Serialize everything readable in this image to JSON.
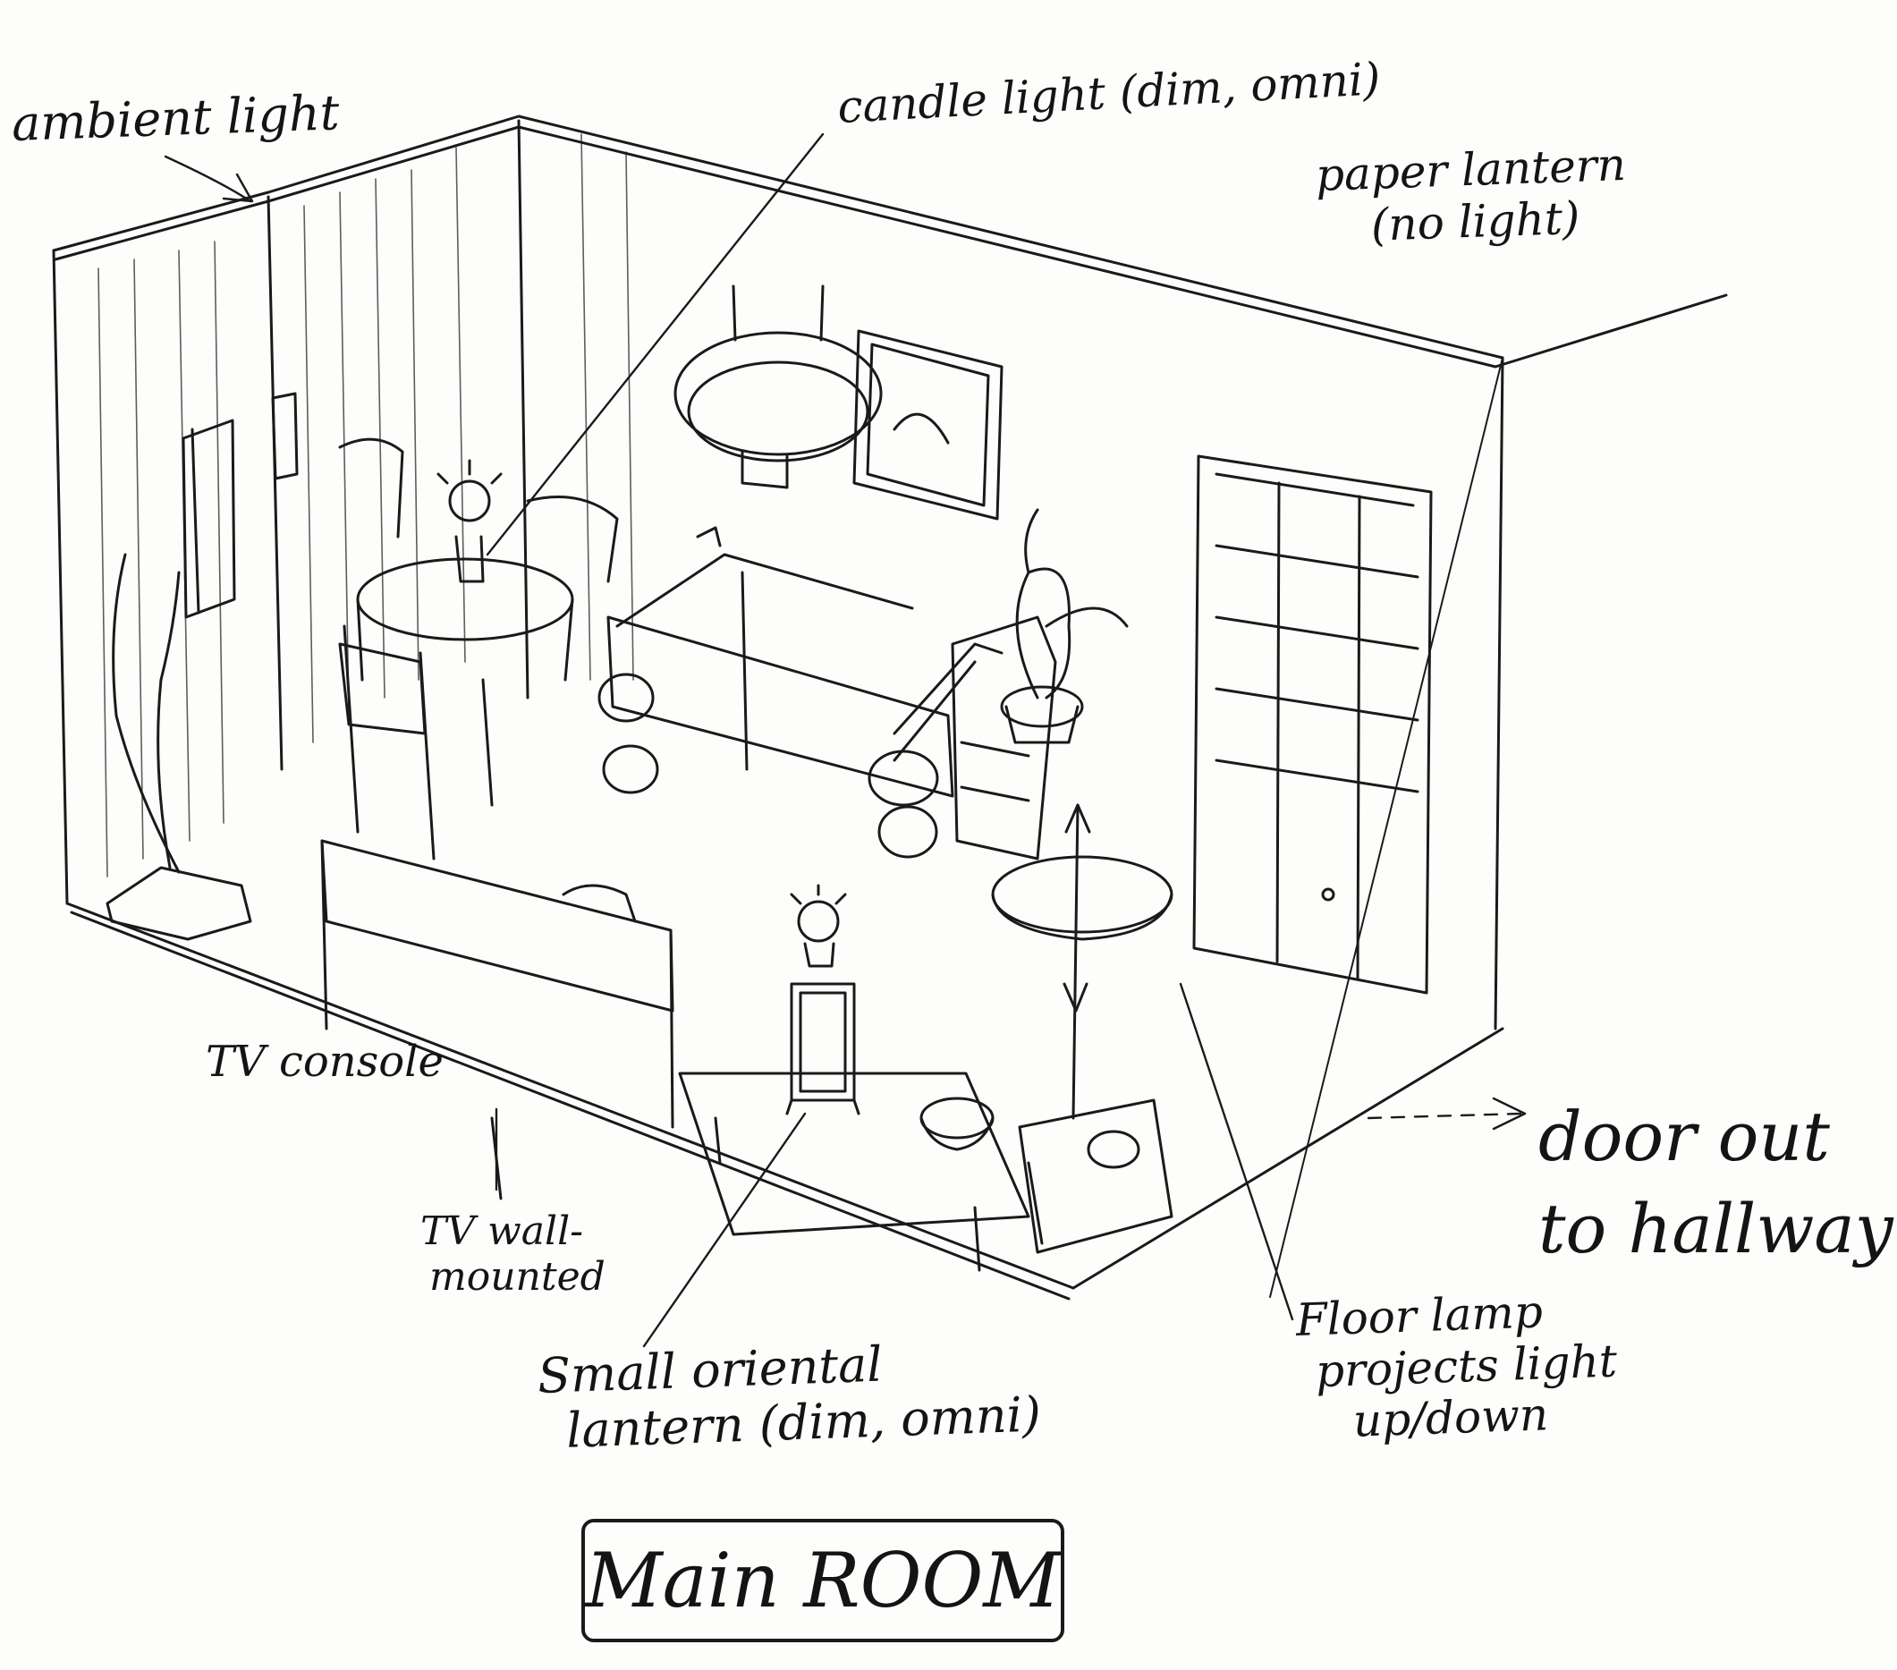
{
  "labels": {
    "ambient": "ambient light",
    "candle": "candle light (dim, omni)",
    "paper_line1": "paper lantern",
    "paper_line2": "(no light)",
    "tv_console": "TV console",
    "tv_wall_line1": "TV wall-",
    "tv_wall_line2": "mounted",
    "oriental_line1": "Small oriental",
    "oriental_line2": "lantern (dim, omni)",
    "floor_line1": "Floor lamp",
    "floor_line2": "projects light",
    "floor_line3": "up/down",
    "door_line1": "door out",
    "door_line2": "to hallway",
    "title": "Main ROOM"
  },
  "colors": {
    "ink": "#141414",
    "paper": "#fdfdfb"
  }
}
